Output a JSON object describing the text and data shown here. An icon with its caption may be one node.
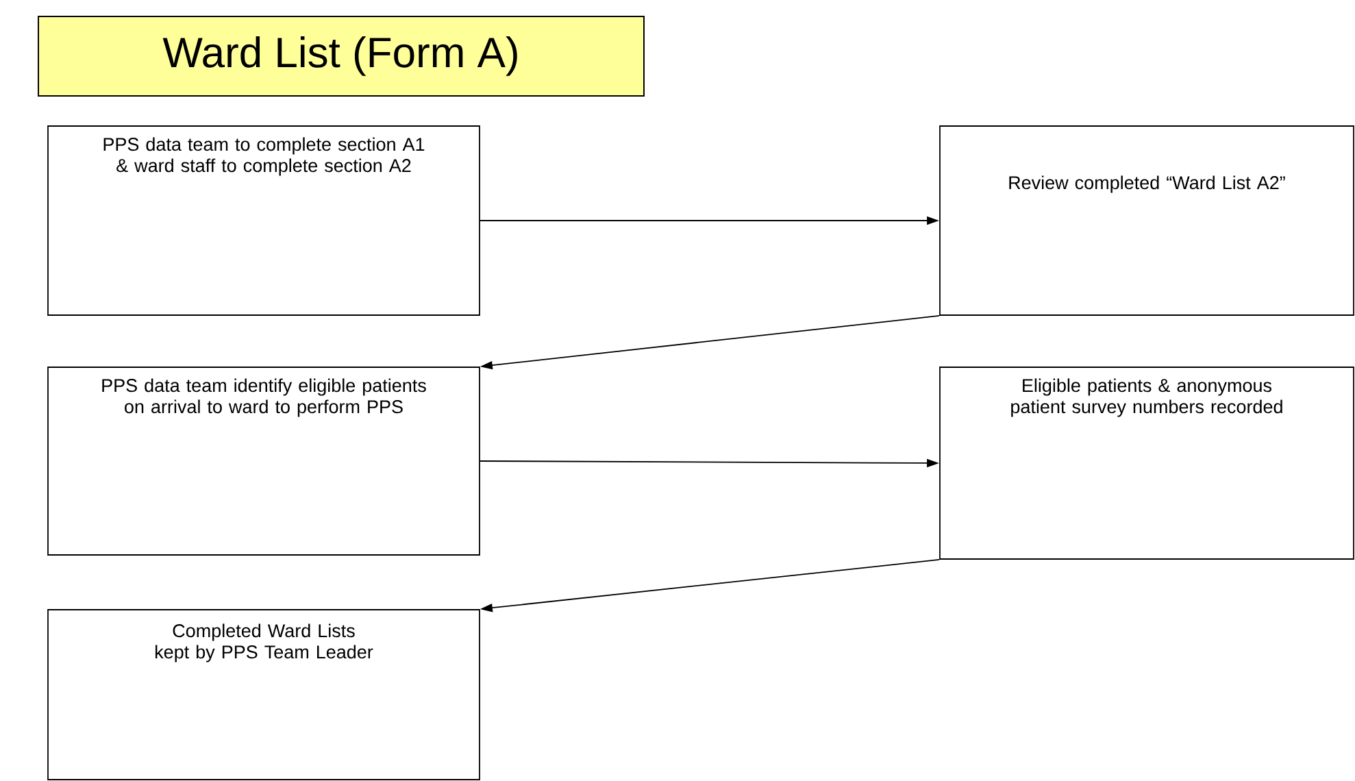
{
  "diagram": {
    "title": "Ward List (Form A)",
    "nodes": [
      {
        "text": [
          "PPS data team to complete section A1 & ward staff to complete section A2"
        ]
      },
      {
        "text": [
          "Review completed “Ward List A2”"
        ]
      },
      {
        "text": [
          "PPS data team identify eligible patients on arrival to ward to perform PPS"
        ]
      },
      {
        "text": [
          "Eligible patients & anonymous patient survey numbers recorded"
        ]
      },
      {
        "text": [
          "Completed Ward Lists kept by PPS Team Leader"
        ]
      }
    ],
    "edges": [
      {
        "from": 0,
        "to": 1,
        "arrow": "to"
      },
      {
        "from": 1,
        "to": 2,
        "arrow": "to"
      },
      {
        "from": 2,
        "to": 3,
        "arrow": "to"
      },
      {
        "from": 3,
        "to": 4,
        "arrow": "to"
      }
    ]
  }
}
